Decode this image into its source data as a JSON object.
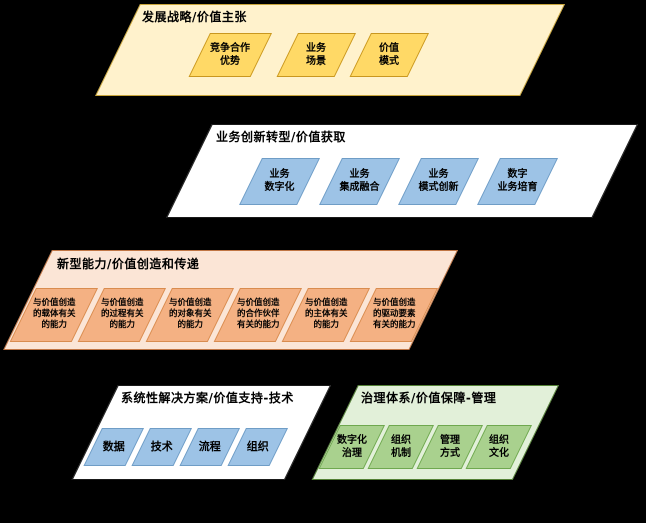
{
  "diagram": {
    "colors": {
      "background": "#000000",
      "strategy_layer_fill": "#FFF2CC",
      "strategy_item_fill": "#FFD966",
      "business_layer_fill": "#FFFFFF",
      "business_item_fill": "#9DC3E6",
      "capability_layer_fill": "#FBE5D6",
      "capability_item_fill": "#F4B183",
      "solution_layer_fill": "#FFFFFF",
      "solution_item_fill": "#9DC3E6",
      "governance_layer_fill": "#E2F0D9",
      "governance_item_fill": "#A9D18E"
    },
    "layers": [
      {
        "title": "发展战略/价值主张",
        "items": [
          {
            "label": "竞争合作\n优势"
          },
          {
            "label": "业务\n场景"
          },
          {
            "label": "价值\n模式"
          }
        ]
      },
      {
        "title": "业务创新转型/价值获取",
        "items": [
          {
            "label": "业务\n数字化"
          },
          {
            "label": "业务\n集成融合"
          },
          {
            "label": "业务\n模式创新"
          },
          {
            "label": "数字\n业务培育"
          }
        ]
      },
      {
        "title": "新型能力/价值创造和传递",
        "items": [
          {
            "label": "与价值创造\n的载体有关\n的能力"
          },
          {
            "label": "与价值创造\n的过程有关\n的能力"
          },
          {
            "label": "与价值创造\n的对象有关\n的能力"
          },
          {
            "label": "与价值创造\n的合作伙伴\n有关的能力"
          },
          {
            "label": "与价值创造\n的主体有关\n的能力"
          },
          {
            "label": "与价值创造\n的驱动要素\n有关的能力"
          }
        ]
      },
      {
        "title": "系统性解决方案/价值支持-技术",
        "items": [
          {
            "label": "数据"
          },
          {
            "label": "技术"
          },
          {
            "label": "流程"
          },
          {
            "label": "组织"
          }
        ]
      },
      {
        "title": "治理体系/价值保障-管理",
        "items": [
          {
            "label": "数字化\n治理"
          },
          {
            "label": "组织\n机制"
          },
          {
            "label": "管理\n方式"
          },
          {
            "label": "组织\n文化"
          }
        ]
      }
    ]
  }
}
